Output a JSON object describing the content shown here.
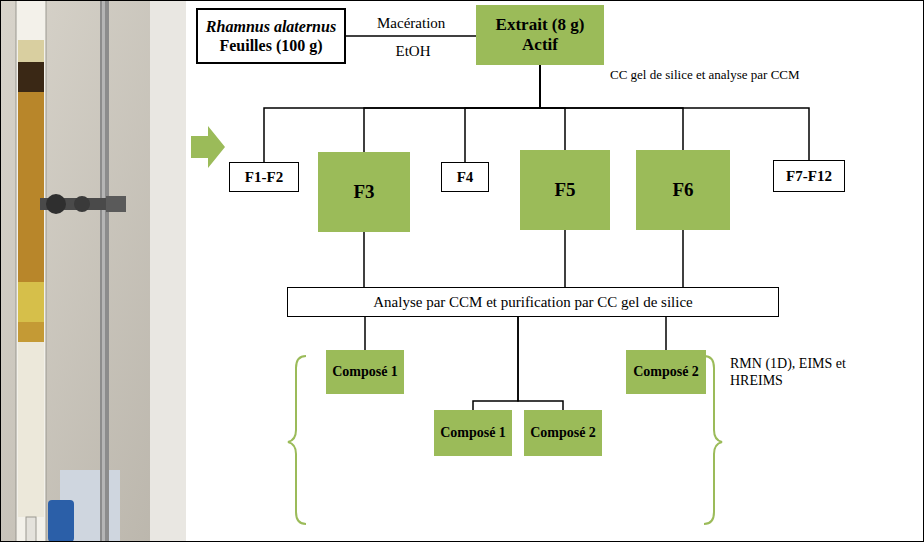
{
  "diagram": {
    "nodes": [
      {
        "text": [
          "Rhamnus alaternus",
          "Feuilles (100 g)"
        ]
      },
      {
        "text": [
          "Extrait (8 g) Actif"
        ]
      },
      {
        "text": [
          "F1-F2"
        ]
      },
      {
        "text": [
          "F3"
        ]
      },
      {
        "text": [
          "F4"
        ]
      },
      {
        "text": [
          "F5"
        ]
      },
      {
        "text": [
          "F6"
        ]
      },
      {
        "text": [
          "F7-F12"
        ]
      },
      {
        "text": [
          "Analyse par CCM et purification par CC gel de silice"
        ]
      },
      {
        "text": [
          "Composé 1"
        ]
      },
      {
        "text": [
          "Composé 2"
        ]
      },
      {
        "text": [
          "Composé 1"
        ]
      },
      {
        "text": [
          "Composé 2"
        ]
      }
    ],
    "edges": [
      {
        "from": 0,
        "to": 1,
        "label": "Macération",
        "arrow": "none"
      },
      {
        "from": 1,
        "to": 2,
        "arrow": "none"
      },
      {
        "from": 1,
        "to": 3,
        "arrow": "none"
      },
      {
        "from": 1,
        "to": 4,
        "arrow": "none"
      },
      {
        "from": 1,
        "to": 5,
        "arrow": "none"
      },
      {
        "from": 1,
        "to": 6,
        "arrow": "none"
      },
      {
        "from": 1,
        "to": 7,
        "arrow": "none"
      },
      {
        "from": 3,
        "to": 8,
        "arrow": "none"
      },
      {
        "from": 5,
        "to": 8,
        "arrow": "none"
      },
      {
        "from": 6,
        "to": 8,
        "arrow": "none"
      },
      {
        "from": 8,
        "to": 9,
        "arrow": "none"
      },
      {
        "from": 8,
        "to": 10,
        "arrow": "none"
      },
      {
        "from": 8,
        "to": 11,
        "arrow": "none"
      },
      {
        "from": 8,
        "to": 12,
        "arrow": "none"
      }
    ],
    "labels": [
      "EtOH",
      "CC gel de silice et analyse par CCM",
      "RMN (1D), EIMS et HREIMS"
    ]
  }
}
